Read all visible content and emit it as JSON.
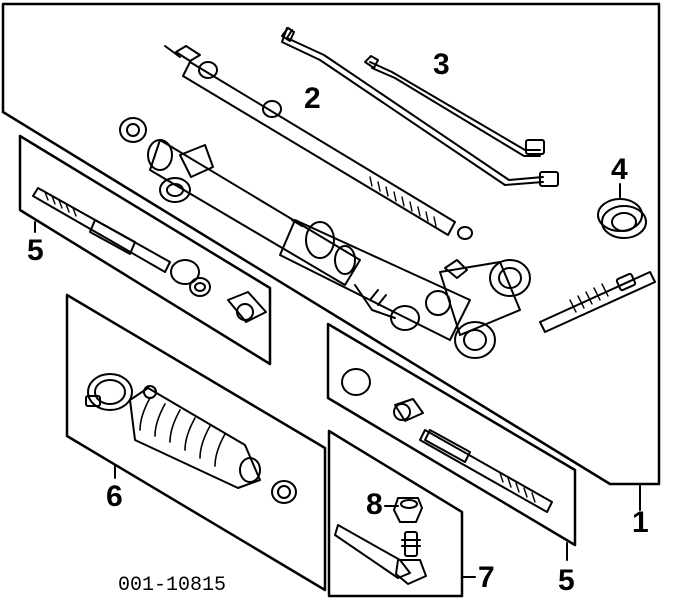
{
  "diagram": {
    "part_number": "001-10815",
    "callouts": {
      "c1": "1",
      "c2": "2",
      "c3": "3",
      "c4": "4",
      "c5_left": "5",
      "c5_right": "5",
      "c6": "6",
      "c7": "7",
      "c8": "8"
    }
  },
  "colors": {
    "ink": "#000000",
    "paper": "#ffffff"
  }
}
